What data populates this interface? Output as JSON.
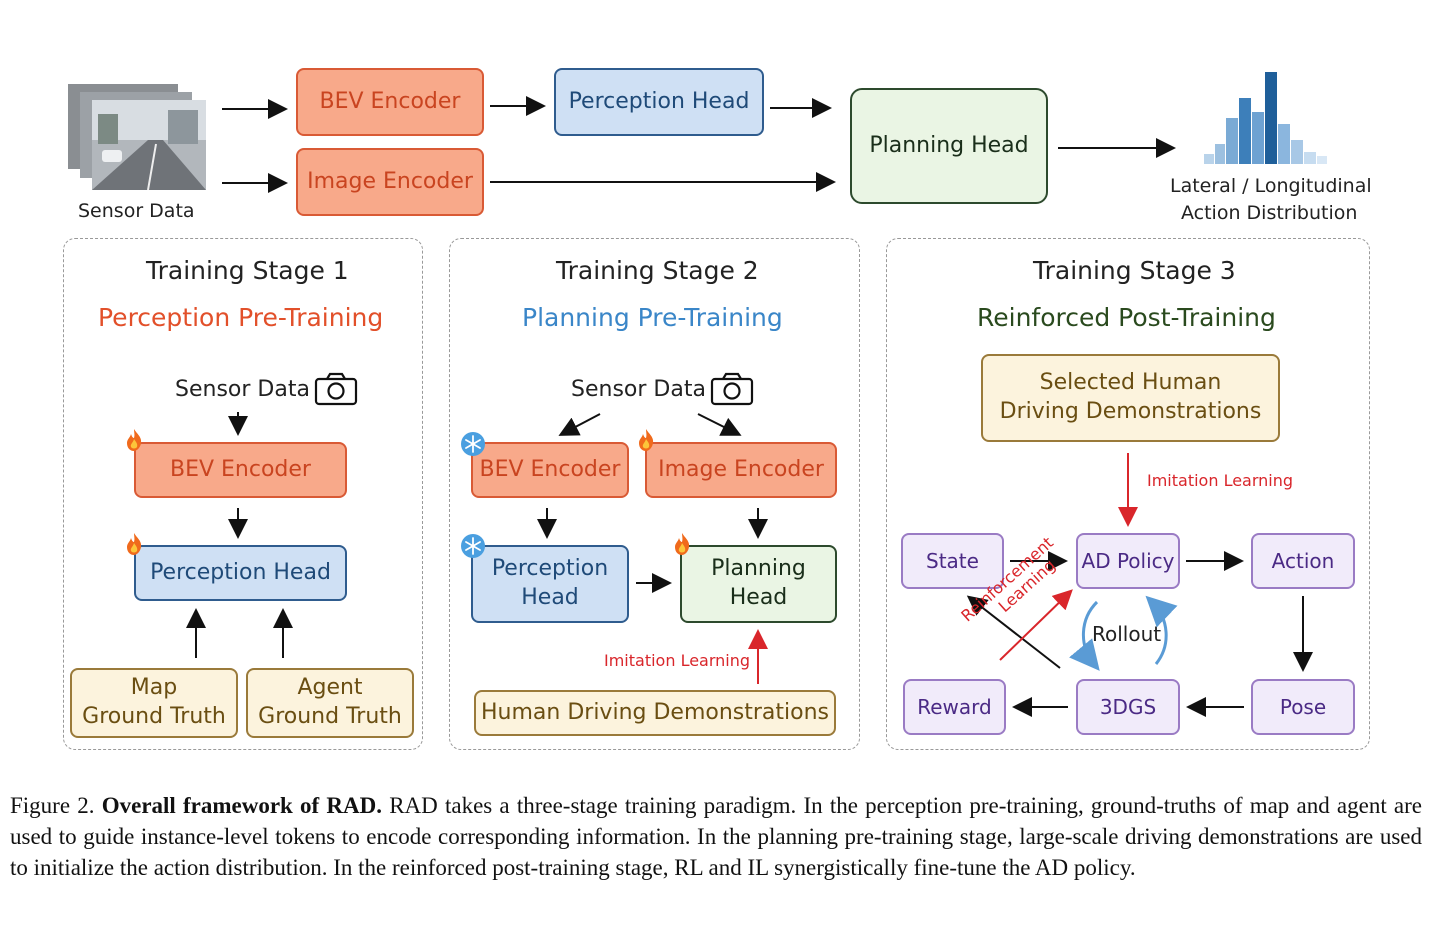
{
  "top": {
    "sensor_label": "Sensor Data",
    "bev_encoder": "BEV Encoder",
    "image_encoder": "Image Encoder",
    "perception_head": "Perception Head",
    "planning_head": "Planning Head",
    "output_label_1": "Lateral / Longitudinal",
    "output_label_2": "Action Distribution"
  },
  "stage1": {
    "title": "Training Stage 1",
    "subtitle": "Perception Pre-Training",
    "sensor": "Sensor Data",
    "bev_encoder": "BEV Encoder",
    "perception_head": "Perception Head",
    "map_gt_1": "Map",
    "map_gt_2": "Ground Truth",
    "agent_gt_1": "Agent",
    "agent_gt_2": "Ground Truth"
  },
  "stage2": {
    "title": "Training Stage 2",
    "subtitle": "Planning Pre-Training",
    "sensor": "Sensor Data",
    "bev_encoder": "BEV Encoder",
    "image_encoder": "Image Encoder",
    "perception_head_1": "Perception",
    "perception_head_2": "Head",
    "planning_head_1": "Planning",
    "planning_head_2": "Head",
    "imitation": "Imitation Learning",
    "demos": "Human Driving Demonstrations"
  },
  "stage3": {
    "title": "Training Stage 3",
    "subtitle": "Reinforced Post-Training",
    "selected_1": "Selected Human",
    "selected_2": "Driving Demonstrations",
    "imitation": "Imitation Learning",
    "state": "State",
    "policy": "AD Policy",
    "action": "Action",
    "reward": "Reward",
    "gs": "3DGS",
    "pose": "Pose",
    "rollout": "Rollout",
    "rl_1": "Reinforcement",
    "rl_2": "Learning"
  },
  "caption": {
    "prefix": "Figure 2.",
    "bold": "Overall framework of RAD.",
    "text": "RAD takes a three-stage training paradigm. In the perception pre-training, ground-truths of map and agent are used to guide instance-level tokens to encode corresponding information. In the planning pre-training stage, large-scale driving demonstrations are used to initialize the action distribution. In the reinforced post-training stage, RL and IL synergistically fine-tune the AD policy."
  },
  "colors": {
    "orange_text": "#c94420",
    "blue_text": "#3a86c8",
    "green_text": "#2a4a1e",
    "red": "#d9262b",
    "purple_text": "#4b2a85"
  },
  "icons": [
    "fire-icon",
    "snowflake-icon",
    "camera-icon"
  ]
}
